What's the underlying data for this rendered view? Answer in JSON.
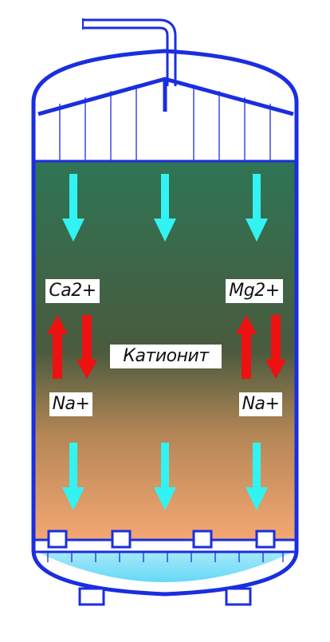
{
  "labels": {
    "top_left": "Ca2+",
    "top_right": "Mg2+",
    "center": "Катионит",
    "bottom_left": "Na+",
    "bottom_right": "Na+"
  },
  "icons": {
    "down_flow": "arrow-down-icon",
    "exchange_up": "arrow-up-icon",
    "exchange_down": "arrow-down-icon"
  },
  "colors": {
    "vessel_outline": "#1a2ee0",
    "resin_top": "#2e7555",
    "resin_middle": "#4a5a3e",
    "resin_bottom": "#f4a772",
    "flow_arrow": "#33f2f2",
    "exchange_arrow": "#ee1111",
    "bottom_water": "#17c3f2",
    "label_background": "#ffffff"
  }
}
